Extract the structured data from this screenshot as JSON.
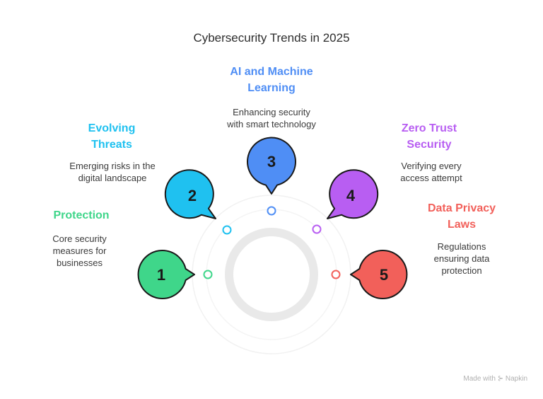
{
  "title": "Cybersecurity Trends in 2025",
  "footer": "Made with ⊱ Napkin",
  "items": [
    {
      "number": "1",
      "title": "Protection",
      "description": "Core security measures for businesses",
      "color": "#3fd68a"
    },
    {
      "number": "2",
      "title": "Evolving Threats",
      "description": "Emerging risks in the digital landscape",
      "color": "#1fc1f0"
    },
    {
      "number": "3",
      "title": "AI and Machine Learning",
      "description": "Enhancing security with smart technology",
      "color": "#4f8ef5"
    },
    {
      "number": "4",
      "title": "Zero Trust Security",
      "description": "Verifying every access attempt",
      "color": "#b85ef2"
    },
    {
      "number": "5",
      "title": "Data Privacy Laws",
      "description": "Regulations ensuring data protection",
      "color": "#f2605a"
    }
  ]
}
